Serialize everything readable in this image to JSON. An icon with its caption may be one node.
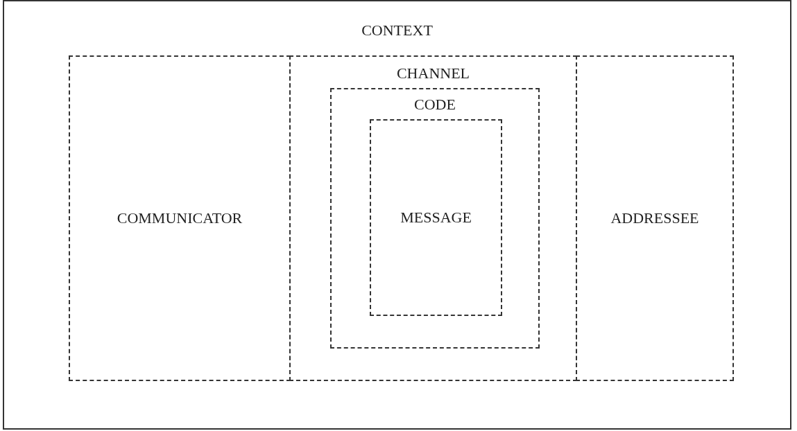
{
  "diagram": {
    "nodes": [
      {
        "text": [
          "CONTEXT"
        ]
      },
      {
        "text": [
          "COMMUNICATOR"
        ],
        "in": 0
      },
      {
        "text": [
          "CHANNEL"
        ],
        "in": 0
      },
      {
        "text": [
          "CODE"
        ],
        "in": 2
      },
      {
        "text": [
          "MESSAGE"
        ],
        "in": 3
      },
      {
        "text": [
          "ADDRESSEE"
        ],
        "in": 0
      }
    ]
  }
}
